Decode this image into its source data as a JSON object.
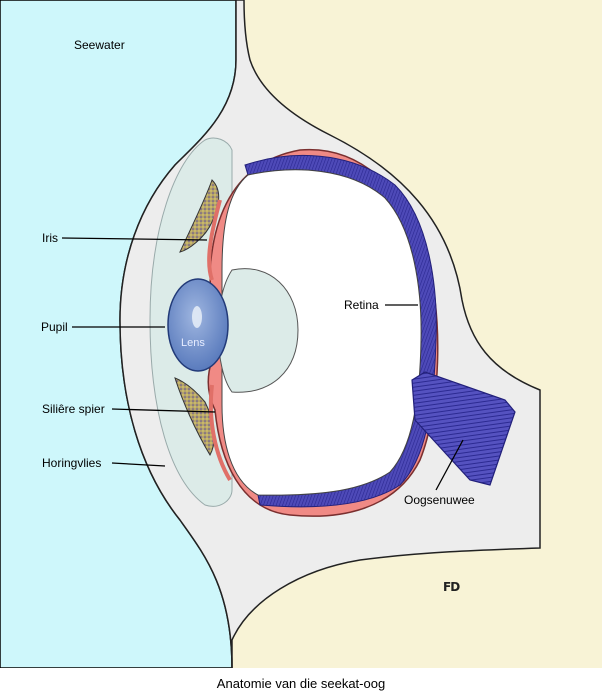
{
  "title": "Anatomie van die seekat-oog",
  "labels": {
    "seewater": "Seewater",
    "iris": "Iris",
    "pupil": "Pupil",
    "siliere": "Siliêre spier",
    "horing": "Horingvlies",
    "retina": "Retina",
    "oogsenuwee": "Oogsenuwee",
    "lens": "Lens"
  },
  "signature": "FD",
  "colors": {
    "water": "#cef7fb",
    "tissue": "#f8f3d6",
    "skin": "#eeeeee",
    "cornea": "#dcebe8",
    "sclera": "#f08a85",
    "retina": "#4a46b8",
    "lens": "#6c8fc6"
  }
}
